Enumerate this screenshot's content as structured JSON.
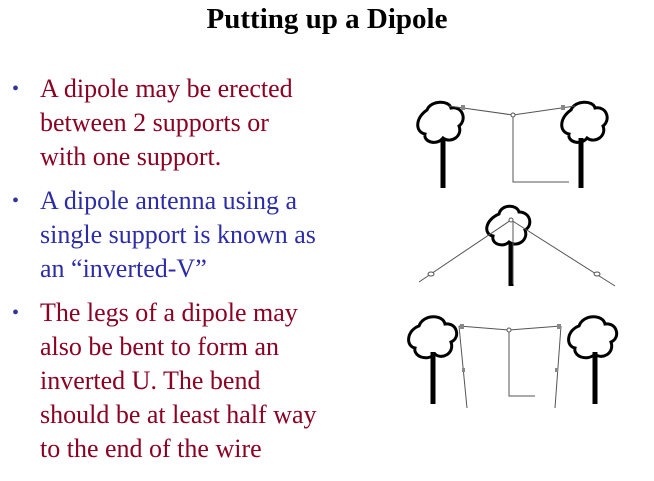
{
  "slide": {
    "title": "Putting up a Dipole"
  },
  "bullets": [
    {
      "marker": "•",
      "color": "#8b0023",
      "lines": [
        "A dipole may be erected",
        "between 2 supports or",
        "with one support."
      ]
    },
    {
      "marker": "•",
      "color": "#2c2ca8",
      "lines": [
        "A dipole antenna using a",
        "single support is known as",
        "an “inverted-V”"
      ]
    },
    {
      "marker": "•",
      "color": "#8b0023",
      "lines": [
        "The legs of a dipole may",
        "also be bent to form an",
        "inverted U. The bend",
        "should be at least half way",
        "to the end of the wire"
      ]
    }
  ],
  "figures": [
    {
      "name": "dipole-between-two-supports",
      "icon": "two-trees-dipole-icon"
    },
    {
      "name": "inverted-v-single-support",
      "icon": "single-tree-inverted-v-icon"
    },
    {
      "name": "inverted-u-dipole",
      "icon": "two-trees-inverted-u-icon"
    }
  ]
}
